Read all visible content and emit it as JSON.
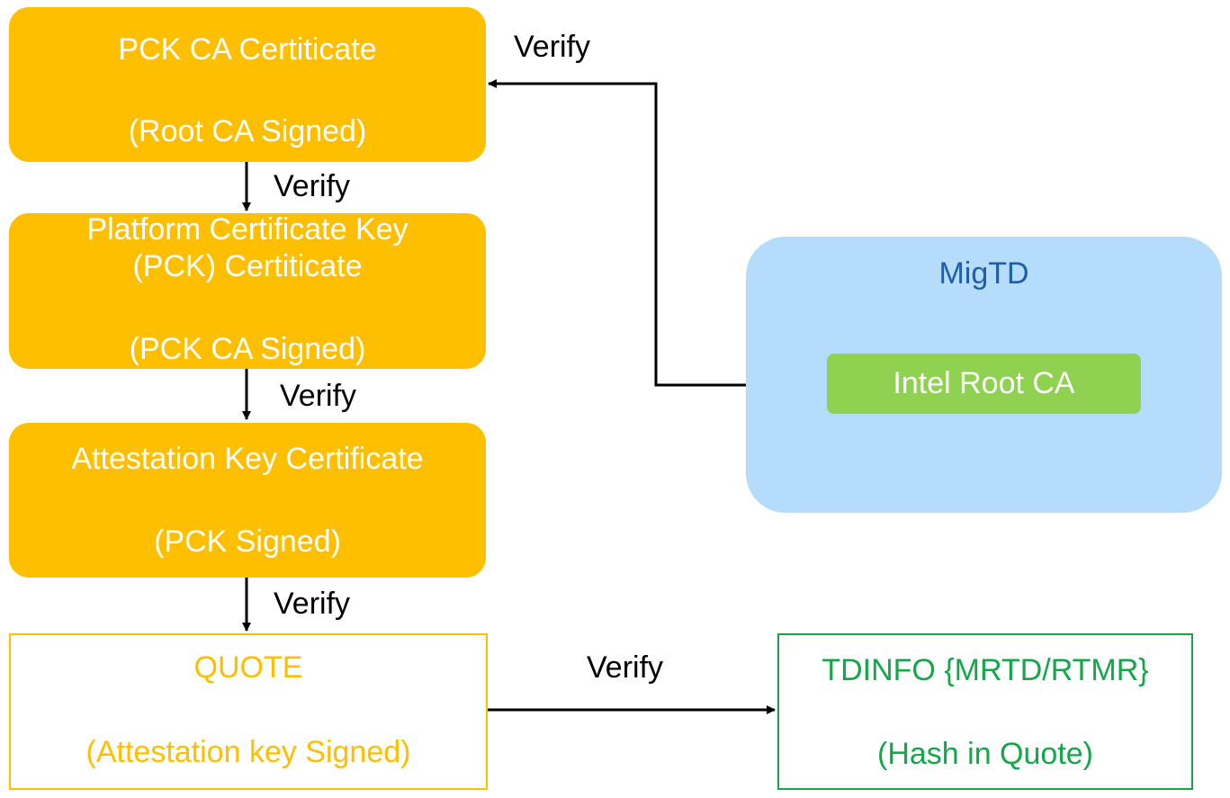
{
  "nodes": {
    "pck_ca": {
      "line1": "PCK CA Certiticate",
      "line2": "(Root CA Signed)"
    },
    "pck_cert": {
      "line1": "Platform Certificate Key",
      "line2": "(PCK) Certiticate",
      "line3": "(PCK CA Signed)"
    },
    "attestation": {
      "line1": "Attestation Key Certificate",
      "line2": "(PCK Signed)"
    },
    "quote": {
      "line1": "QUOTE",
      "line2": "(Attestation key Signed)"
    },
    "tdinfo": {
      "line1": "TDINFO {MRTD/RTMR}",
      "line2": "(Hash in Quote)"
    },
    "migtd": {
      "title": "MigTD"
    },
    "intel_root_ca": {
      "label": "Intel Root CA"
    }
  },
  "edges": {
    "root_to_pck_ca": "Verify",
    "pck_ca_to_pck": "Verify",
    "pck_to_attestation": "Verify",
    "attestation_to_quote": "Verify",
    "quote_to_tdinfo": "Verify"
  },
  "colors": {
    "orange": "#fdbf00",
    "migtd_blue": "#b6dcfc",
    "migtd_text": "#1f5fa8",
    "green_fill": "#8fd150",
    "green_text": "#12a84a",
    "arrow": "#000000"
  }
}
